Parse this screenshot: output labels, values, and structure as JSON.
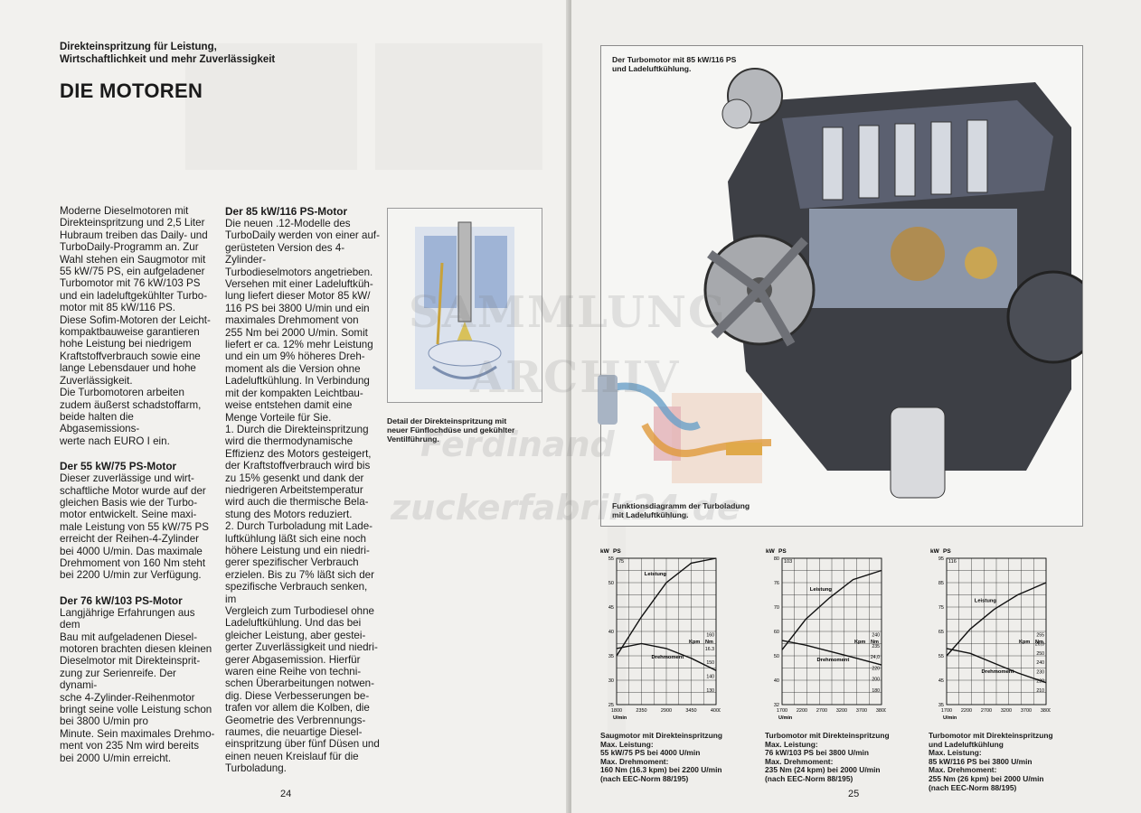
{
  "left_page": {
    "kicker_line1": "Direkteinspritzung für Leistung,",
    "kicker_line2": "Wirtschaftlichkeit und mehr Zuverlässigkeit",
    "title": "DIE MOTOREN",
    "intro": "Moderne Dieselmotoren mit\nDirekteinspritzung und 2,5 Liter\nHubraum treiben das Daily- und\nTurboDaily-Programm an. Zur\nWahl stehen ein Saugmotor mit\n55 kW/75 PS, ein aufgeladener\nTurbomotor mit 76 kW/103 PS\nund ein ladeluftgekühlter Turbo-\nmotor mit 85 kW/116 PS.\nDiese Sofim-Motoren der Leicht-\nkompaktbauweise garantieren\nhohe Leistung bei niedrigem\nKraftstoffverbrauch sowie eine\nlange Lebensdauer und hohe\nZuverlässigkeit.\nDie Turbomotoren arbeiten\nzudem äußerst schadstoffarm,\nbeide halten die Abgasemissions-\nwerte nach EURO I ein.",
    "h55": "Der 55 kW/75 PS-Motor",
    "p55": "Dieser zuverlässige und wirt-\nschaftliche Motor wurde auf der\ngleichen Basis wie der Turbo-\nmotor entwickelt. Seine maxi-\nmale Leistung von 55 kW/75 PS\nerreicht der Reihen-4-Zylinder\nbei 4000 U/min. Das maximale\nDrehmoment von 160 Nm steht\nbei 2200 U/min zur Verfügung.",
    "h76": "Der 76 kW/103 PS-Motor",
    "p76": "Langjährige Erfahrungen aus dem\nBau mit aufgeladenen Diesel-\nmotoren brachten diesen kleinen\nDieselmotor mit Direkteinsprit-\nzung zur Serienreife. Der dynami-\nsche 4-Zylinder-Reihenmotor\nbringt seine volle Leistung schon\nbei 3800 U/min pro\nMinute. Sein maximales Drehmo-\nment von 235 Nm wird bereits\nbei 2000 U/min erreicht.",
    "h85": "Der 85 kW/116 PS-Motor",
    "p85": "Die neuen .12-Modelle des\nTurboDaily werden von einer auf-\ngerüsteten Version des 4-Zylinder-\nTurbodieselmotors angetrieben.\nVersehen mit einer Ladeluftküh-\nlung liefert dieser Motor 85 kW/\n116 PS bei 3800 U/min und ein\nmaximales Drehmoment von\n255 Nm bei 2000 U/min. Somit\nliefert er ca. 12% mehr Leistung\nund ein um 9% höheres Dreh-\nmoment als die Version ohne\nLadeluftkühlung. In Verbindung\nmit der kompakten Leichtbau-\nweise entstehen damit eine\nMenge Vorteile für Sie.\n1. Durch die Direkteinspritzung\nwird die thermodynamische\nEffizienz des Motors gesteigert,\nder Kraftstoffverbrauch wird bis\nzu 15% gesenkt und dank der\nniedrigeren Arbeitstemperatur\nwird auch die thermische Bela-\nstung des Motors reduziert.\n2. Durch Turboladung mit Lade-\nluftkühlung läßt sich eine noch\nhöhere Leistung und ein niedri-\ngerer spezifischer Verbrauch\nerzielen. Bis zu 7% läßt sich der\nspezifische Verbrauch senken, im\nVergleich zum Turbodiesel ohne\nLadeluftkühlung. Und das bei\ngleicher Leistung, aber gestei-\ngerter Zuverlässigkeit und niedri-\ngerer Abgasemission. Hierfür\nwaren eine Reihe von techni-\nschen Überarbeitungen notwen-\ndig. Diese Verbesserungen be-\ntrafen vor allem die Kolben, die\nGeometrie des Verbrennungs-\nraumes, die neuartige Diesel-\neinspritzung über fünf Düsen und\neinen neuen Kreislauf für die\nTurboladung.",
    "detail_caption": "Detail der Direkteinspritzung mit\nneuer Fünflochdüse und gekühlter\nVentilführung.",
    "page_number": "24"
  },
  "right_page": {
    "engine_caption": "Der Turbomotor mit 85 kW/116 PS\nund Ladeluftkühlung.",
    "turbo_caption": "Funktionsdiagramm der Turboladung\nmit Ladeluftkühlung.",
    "page_number": "25"
  },
  "watermark": {
    "line1": "SAMMLUNG",
    "line2": "ARCHIV",
    "line3": "Ferdinand",
    "line4": "zuckerfabrik24.de"
  },
  "chart_data": [
    {
      "type": "line",
      "x_label": "U/min",
      "kw_label": "kW",
      "ps_label": "PS",
      "kpm_label": "Kpm",
      "nm_label": "Nm",
      "x_ticks": [
        "1800",
        "2350",
        "2900",
        "3450",
        "4000"
      ],
      "x": [
        1800,
        2350,
        2900,
        3450,
        4000
      ],
      "xlim": [
        1800,
        4000
      ],
      "kw_ticks": [
        "25",
        "30",
        "35",
        "40",
        "45",
        "50",
        "55"
      ],
      "ylim": [
        25,
        55
      ],
      "ps_top": "75",
      "nm_ticks": [
        "130",
        "140",
        "150",
        "16.3",
        "160"
      ],
      "series": [
        {
          "name": "Leistung",
          "values": [
            35,
            43,
            50,
            54,
            55
          ]
        },
        {
          "name": "Drehmoment",
          "values": [
            36.5,
            37.5,
            36.5,
            34.5,
            32
          ]
        }
      ],
      "spec": "Saugmotor mit Direkteinspritzung\nMax. Leistung:\n55 kW/75 PS bei 4000 U/min\nMax. Drehmoment:\n160 Nm (16.3 kpm) bei 2200 U/min\n(nach EEC-Norm 88/195)"
    },
    {
      "type": "line",
      "x_label": "U/min",
      "kw_label": "kW",
      "ps_label": "PS",
      "kpm_label": "Kpm",
      "nm_label": "Nm",
      "x_ticks": [
        "1700",
        "2200",
        "2700",
        "3200",
        "3700",
        "3800"
      ],
      "x": [
        1700,
        2200,
        2700,
        3200,
        3800
      ],
      "xlim": [
        1700,
        3800
      ],
      "kw_ticks": [
        "32",
        "40",
        "50",
        "60",
        "70",
        "76",
        "80"
      ],
      "ylim": [
        32,
        80
      ],
      "ps_top": "103",
      "nm_ticks": [
        "180",
        "200",
        "220",
        "24,0",
        "235",
        "240"
      ],
      "series": [
        {
          "name": "Leistung",
          "values": [
            50,
            60,
            67,
            73,
            76
          ]
        },
        {
          "name": "Drehmoment",
          "values": [
            53,
            51.5,
            49.5,
            47.5,
            45
          ]
        }
      ],
      "spec": "Turbomotor mit Direkteinspritzung\nMax. Leistung:\n76 kW/103 PS bei 3800 U/min\nMax. Drehmoment:\n235 Nm (24 kpm) bei 2000 U/min\n(nach EEC-Norm 88/195)"
    },
    {
      "type": "line",
      "x_label": "U/min",
      "kw_label": "kW",
      "ps_label": "PS",
      "kpm_label": "Kpm",
      "nm_label": "Nm",
      "x_ticks": [
        "1700",
        "2200",
        "2700",
        "3200",
        "3700",
        "3800"
      ],
      "x": [
        1700,
        2200,
        2700,
        3200,
        3800
      ],
      "xlim": [
        1700,
        3800
      ],
      "kw_ticks": [
        "35",
        "45",
        "55",
        "65",
        "75",
        "85",
        "95"
      ],
      "ylim": [
        35,
        95
      ],
      "ps_top": "116",
      "nm_ticks": [
        "210",
        "220",
        "230",
        "240",
        "250",
        "26,0",
        "255"
      ],
      "series": [
        {
          "name": "Leistung",
          "values": [
            55,
            66,
            74,
            80,
            85
          ]
        },
        {
          "name": "Drehmoment",
          "values": [
            58,
            56,
            52,
            48,
            44
          ]
        }
      ],
      "spec": "Turbomotor mit Direkteinspritzung\nund Ladeluftkühlung\nMax. Leistung:\n85 kW/116 PS bei 3800 U/min\nMax. Drehmoment:\n255 Nm (26 kpm) bei 2000 U/min\n(nach EEC-Norm 88/195)"
    }
  ]
}
